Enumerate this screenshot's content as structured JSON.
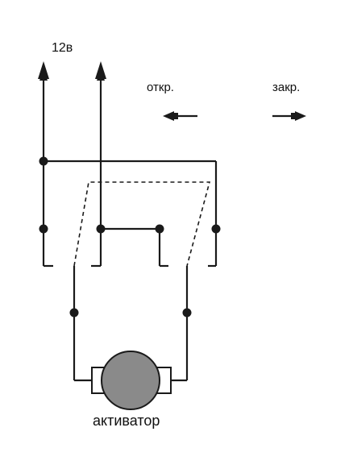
{
  "labels": {
    "supply": "12в",
    "open": "откр.",
    "close": "закр.",
    "motor": "активатор"
  },
  "colors": {
    "wire": "#1a1a1a",
    "motor_fill": "#8a8a8a",
    "brush_fill": "#ffffff",
    "background": "#ffffff"
  }
}
